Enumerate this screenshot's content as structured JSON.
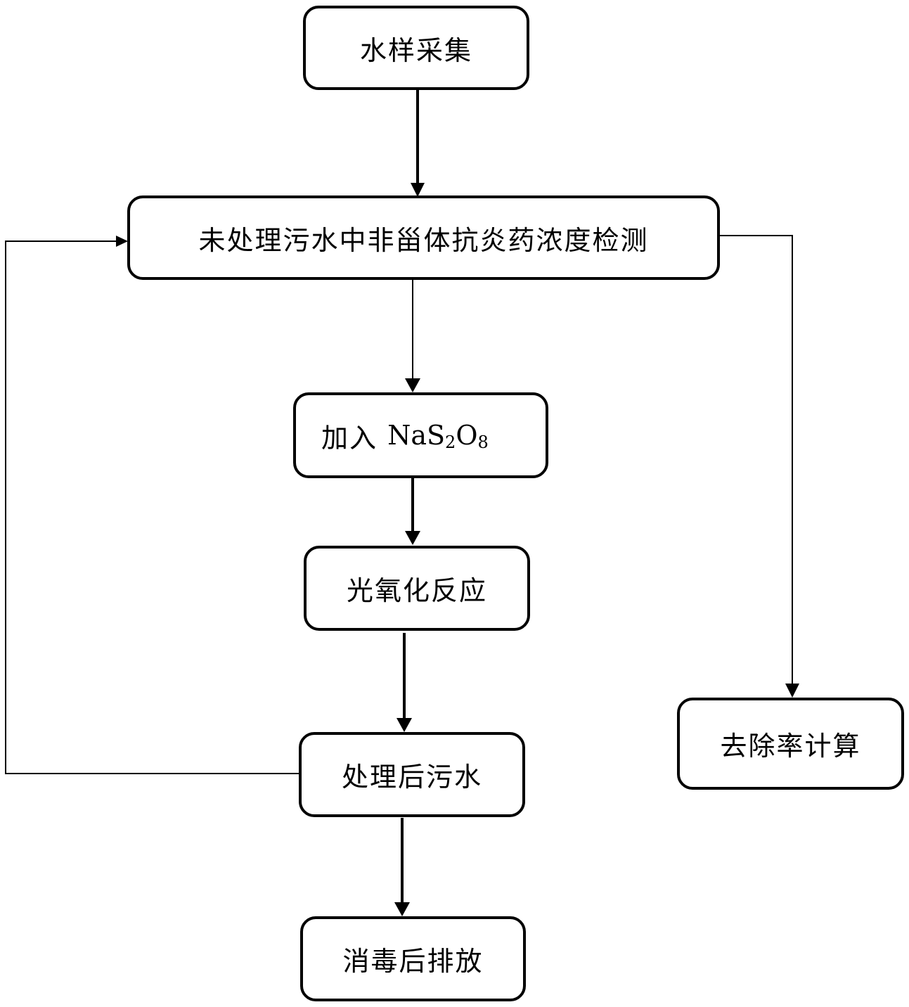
{
  "flowchart": {
    "nodes": {
      "sampling": "水样采集",
      "detection": "未处理污水中非甾体抗炎药浓度检测",
      "add_reagent": {
        "prefix": "加入 ",
        "formula_part1": "NaS",
        "formula_sub1": "2",
        "formula_part2": "O",
        "formula_sub2": "8"
      },
      "photooxidation": "光氧化反应",
      "treated_water": "处理后污水",
      "discharge": "消毒后排放",
      "removal_rate": "去除率计算"
    }
  }
}
